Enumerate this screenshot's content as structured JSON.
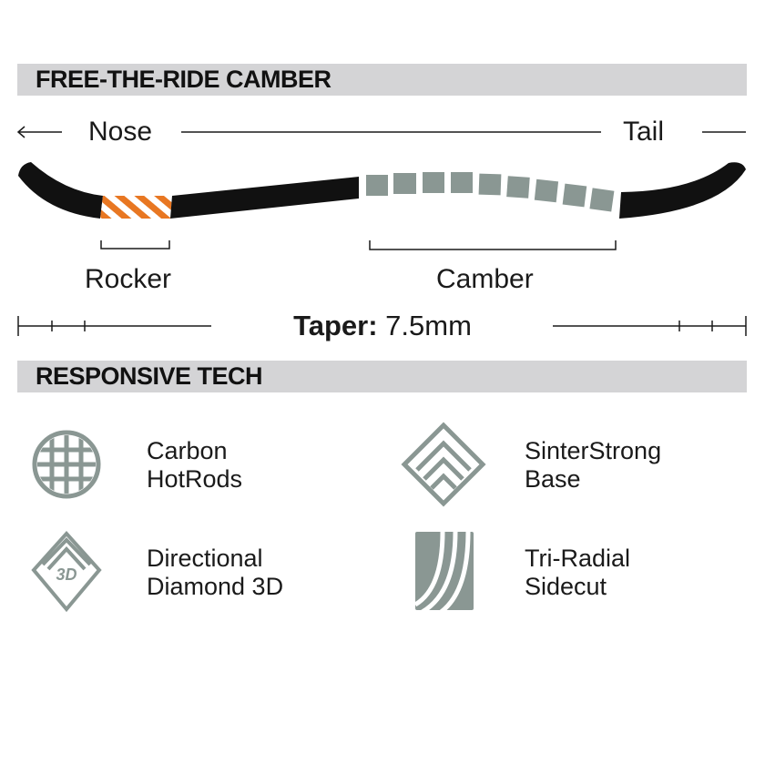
{
  "camber_section": {
    "title": "FREE-THE-RIDE CAMBER",
    "nose_label": "Nose",
    "tail_label": "Tail",
    "rocker_label": "Rocker",
    "camber_label": "Camber",
    "taper_label": "Taper:",
    "taper_value": "7.5mm"
  },
  "tech_section": {
    "title": "RESPONSIVE TECH",
    "items": [
      {
        "line1": "Carbon",
        "line2": "HotRods",
        "icon": "carbon-grid-icon"
      },
      {
        "line1": "SinterStrong",
        "line2": "Base",
        "icon": "sinterstrong-diamond-icon"
      },
      {
        "line1": "Directional",
        "line2": "Diamond 3D",
        "icon": "diamond-3d-icon",
        "icon_text": "3D"
      },
      {
        "line1": "Tri-Radial",
        "line2": "Sidecut",
        "icon": "tri-radial-icon"
      }
    ]
  },
  "colors": {
    "board": "#111111",
    "rocker": "#e87722",
    "camber": "#8a9793",
    "icon": "#8a9793",
    "band": "#d4d4d6"
  }
}
